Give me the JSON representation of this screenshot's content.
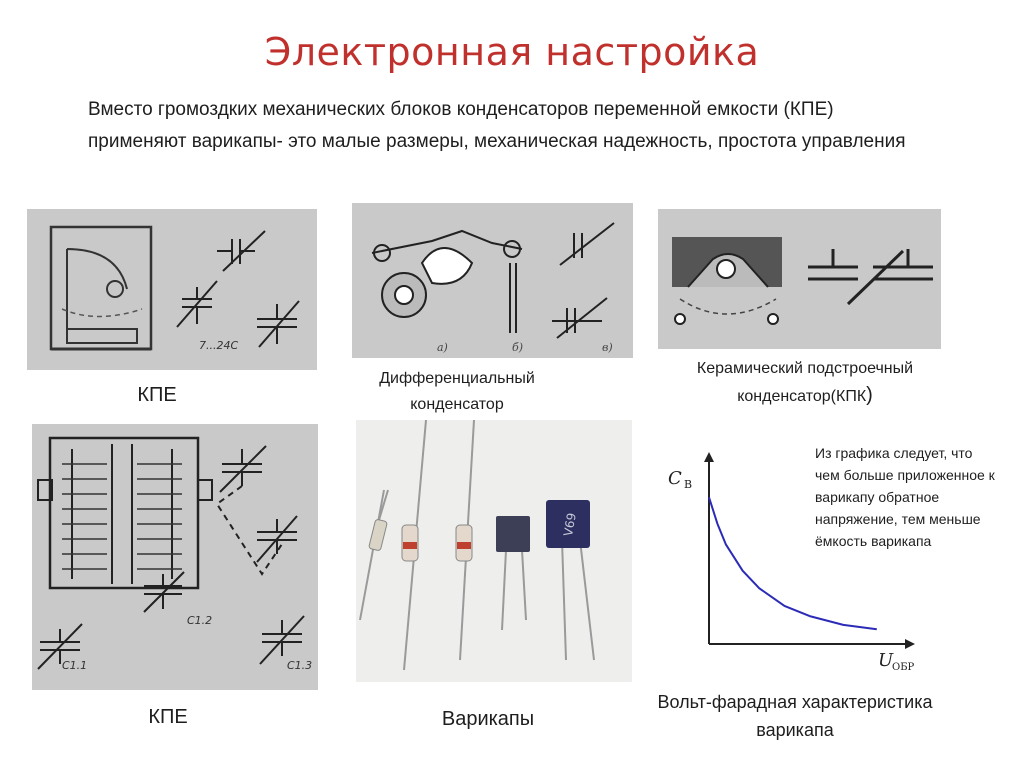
{
  "title": "Электронная настройка",
  "intro": "Вместо громоздких механических блоков конденсаторов переменной емкости (КПЕ) применяют варикапы- это малые размеры, механическая надежность, простота управления",
  "figures": {
    "kpe_top": {
      "caption": "КПЕ",
      "sketch_label": "7...24C"
    },
    "differential": {
      "caption_line1": "Дифференциальный",
      "caption_line2": "конденсатор",
      "sub_labels": [
        "а)",
        "б)",
        "в)"
      ]
    },
    "ceramic": {
      "caption_line1": "Керамический подстроечный",
      "caption_line2": "конденсатор(КПК",
      "caption_paren": ")"
    },
    "kpe_bottom": {
      "caption": "КПЕ",
      "labels": [
        "C1.1",
        "C1.2",
        "C1.3"
      ]
    },
    "varicaps": {
      "caption": "Варикапы",
      "chip_marking": "V69"
    },
    "cv_chart": {
      "caption_line1": "Вольт-фарадная характеристика",
      "caption_line2": "варикапа",
      "note": "Из графика следует, что чем больше приложенное к варикапу обратное напряжение, тем меньше ёмкость варикапа"
    }
  },
  "chart_data": {
    "type": "line",
    "title": "",
    "ylabel": "C",
    "ylabel_sub": "В",
    "xlabel": "U",
    "xlabel_sub": "ОБР",
    "series": [
      {
        "x": [
          0.0,
          0.05,
          0.1,
          0.2,
          0.3,
          0.45,
          0.6,
          0.8,
          1.0
        ],
        "y": [
          1.0,
          0.82,
          0.68,
          0.5,
          0.38,
          0.26,
          0.19,
          0.13,
          0.1
        ]
      }
    ],
    "xlim": [
      0,
      1.15
    ],
    "ylim": [
      0,
      1.2
    ],
    "grid": false,
    "line_color": "#2b2bb8"
  }
}
